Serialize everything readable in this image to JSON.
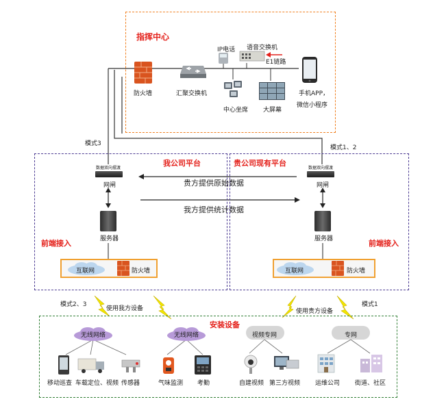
{
  "command_center": {
    "title": "指挥中心",
    "firewall": "防火墙",
    "switch": "汇聚交换机",
    "ip_phone": "IP电话",
    "voice_switch": "语音交换机",
    "e1_link": "E1链路",
    "seats": "中心坐席",
    "big_screen": "大屏幕",
    "app_line1": "手机APP，",
    "app_line2": "微信小程序"
  },
  "modes": {
    "mode3": "模式3",
    "mode12": "模式1、2",
    "mode23": "模式2、3",
    "mode1": "模式1"
  },
  "our_platform": {
    "title": "我公司平台",
    "gateway_caption": "数据双向摆渡",
    "gateway": "网闸",
    "server": "服务器",
    "front_end": "前端接入",
    "internet": "互联网",
    "firewall": "防火墙"
  },
  "their_platform": {
    "title": "贵公司现有平台",
    "gateway_caption": "数据双向摆渡",
    "gateway": "网闸",
    "server": "服务器",
    "front_end": "前端接入",
    "internet": "互联网",
    "firewall": "防火墙"
  },
  "flows": {
    "raw_data": "贵方提供原始数据",
    "stats_data": "我方提供统计数据"
  },
  "install": {
    "title": "安装设备",
    "use_ours": "使用我方设备",
    "use_theirs": "使用贵方设备",
    "wireless1": "无线网络",
    "wireless2": "无线网络",
    "video_net": "视频专网",
    "private_net": "专网",
    "devices": {
      "patrol": "移动巡查",
      "vehicle": "车载定位、视频",
      "sensor": "传感器",
      "gas": "气味监测",
      "attendance": "考勤",
      "own_video": "自建视频",
      "third_video": "第三方视频",
      "ops": "运维公司",
      "street": "街道、社区"
    }
  },
  "colors": {
    "command_border": "#f07f1e",
    "platform_border": "#4b3a92",
    "install_border": "#2e7d32",
    "title_red": "#e4211b",
    "cloud_purple": "#b79ad8",
    "cloud_blue": "#bcd6ee",
    "bolt_yellow": "#f2e600"
  }
}
